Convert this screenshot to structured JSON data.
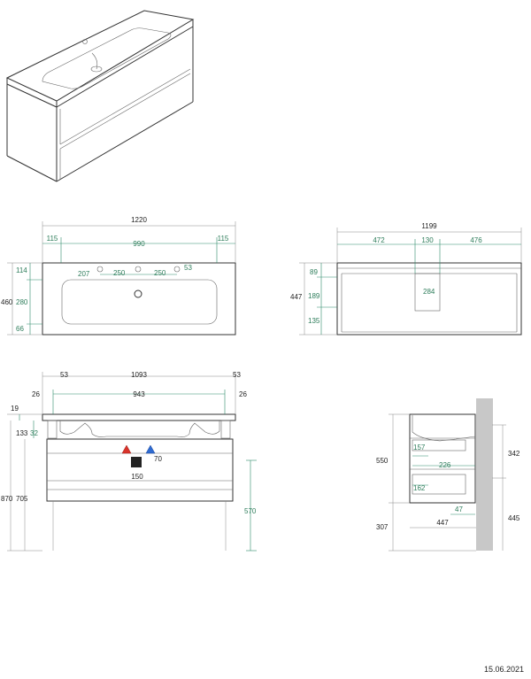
{
  "date": "15.06.2021",
  "top_view": {
    "width_total": "1220",
    "width_inner": "990",
    "side_left": "115",
    "side_right": "115",
    "depth_total": "460",
    "depth_back": "114",
    "depth_basin": "280",
    "depth_front": "66",
    "tap_offset": "207",
    "hole_spacing_left": "250",
    "hole_spacing_right": "250",
    "hole_edge": "53"
  },
  "front_view": {
    "width_total": "1199",
    "left": "472",
    "middle": "130",
    "right": "476",
    "depth_total": "447",
    "top_gap": "89",
    "middle_gap": "189",
    "bottom_gap": "135",
    "cutout_height": "284"
  },
  "rear_view": {
    "side_left": "53",
    "width_total": "1093",
    "side_right": "53",
    "inner_left": "26",
    "width_inner": "943",
    "inner_right": "26",
    "top_thickness": "19",
    "bracket_height": "133",
    "bracket_offset": "32",
    "height_total": "870",
    "height_cabinet": "705",
    "pipe_offset": "70",
    "pipe_spacing": "150",
    "drain_height": "570"
  },
  "side_view": {
    "height_cabinet": "550",
    "drawer_upper_height": "342",
    "drawer_upper_depth": "157",
    "drawer_upper_width": "226",
    "drawer_lower_depth": "162",
    "drawer_lower_offset": "47",
    "depth_total": "447",
    "floor_clearance": "307",
    "floor_to_bottom": "445"
  }
}
